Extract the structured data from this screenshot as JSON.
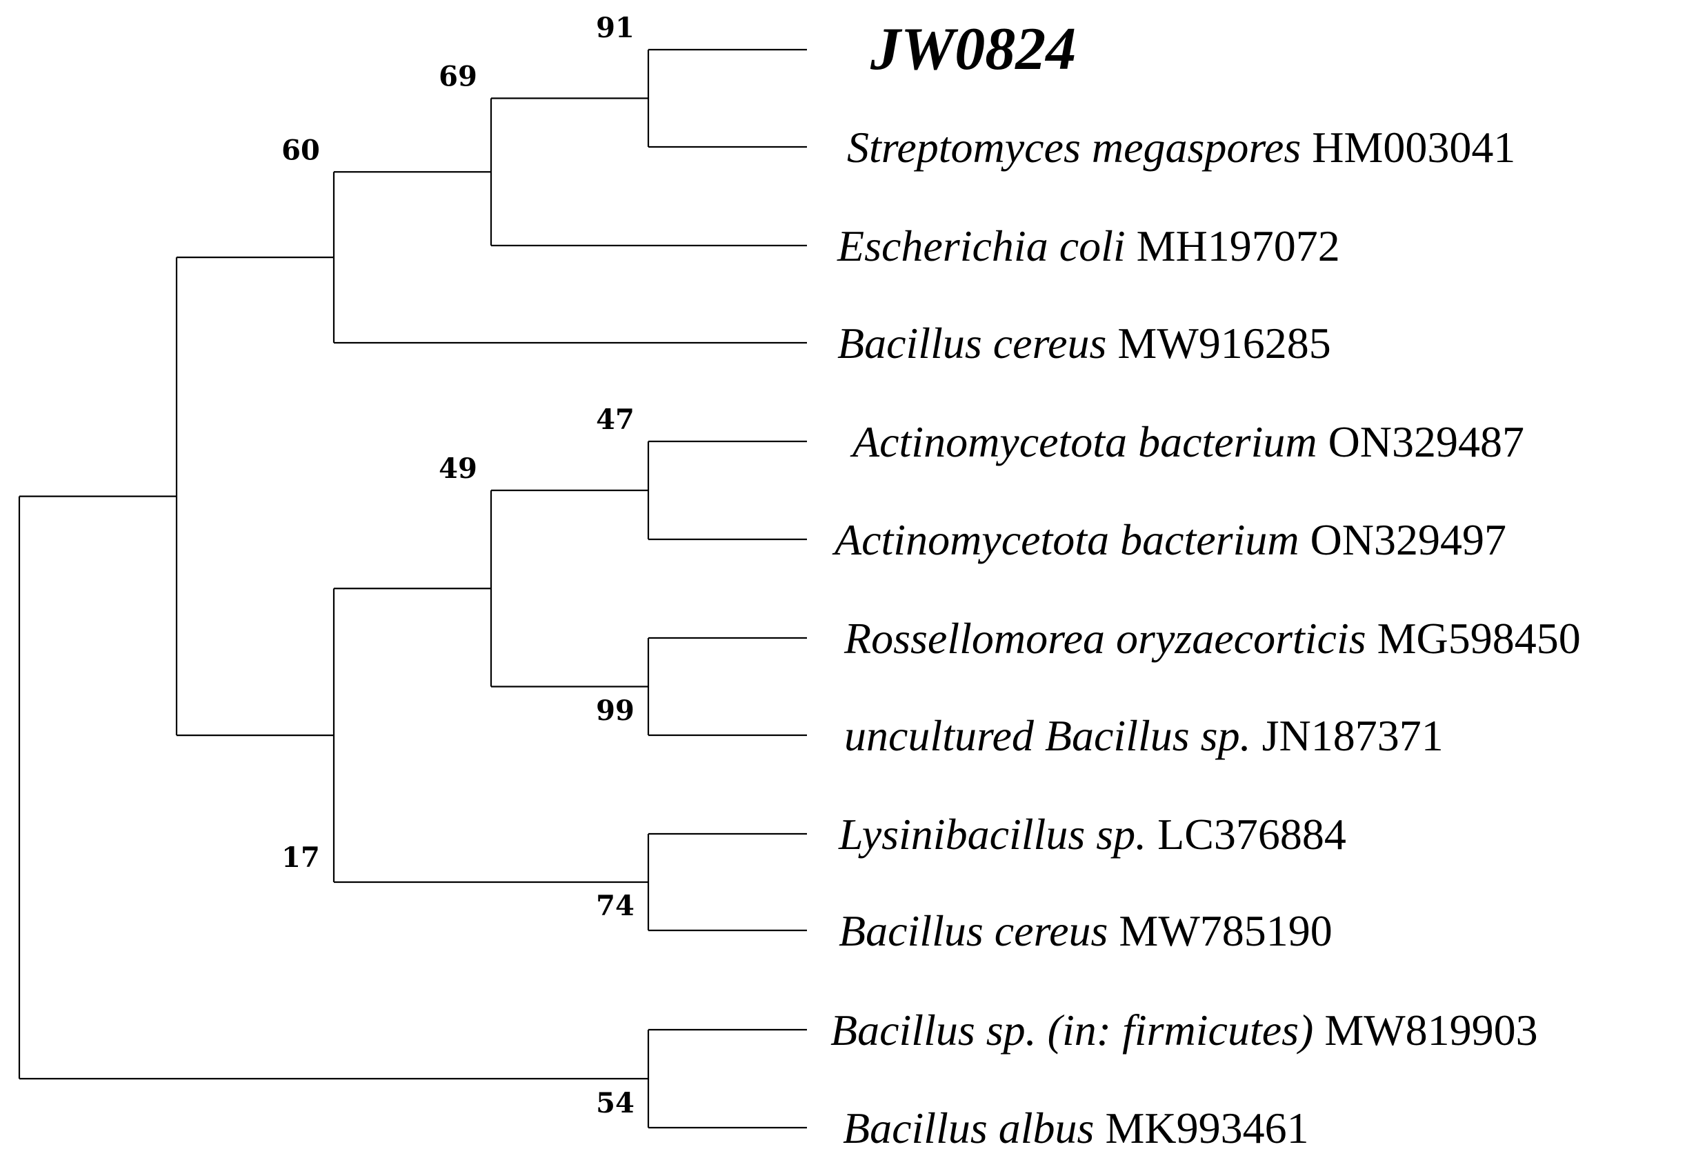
{
  "leaves": [
    {
      "id": "L0",
      "species": "JW0824",
      "accession": "",
      "query": true
    },
    {
      "id": "L1",
      "species": "Streptomyces megaspores",
      "accession": "HM003041"
    },
    {
      "id": "L2",
      "species": "Escherichia coli",
      "accession": "MH197072"
    },
    {
      "id": "L3",
      "species": "Bacillus cereus",
      "accession": "MW916285"
    },
    {
      "id": "L4",
      "species": "Actinomycetota bacterium",
      "accession": "ON329487"
    },
    {
      "id": "L5",
      "species": "Actinomycetota bacterium",
      "accession": "ON329497"
    },
    {
      "id": "L6",
      "species": "Rossellomorea oryzaecorticis",
      "accession": "MG598450"
    },
    {
      "id": "L7",
      "species": "uncultured Bacillus sp.",
      "accession": "JN187371"
    },
    {
      "id": "L8",
      "species": "Lysinibacillus sp.",
      "accession": "LC376884"
    },
    {
      "id": "L9",
      "species": "Bacillus cereus",
      "accession": "MW785190"
    },
    {
      "id": "L10",
      "species": "Bacillus sp. (in: firmicutes)",
      "accession": "MW819903"
    },
    {
      "id": "L11",
      "species": "Bacillus albus",
      "accession": "MK993461"
    }
  ],
  "clades": [
    {
      "id": "c91",
      "children": [
        "L0",
        "L1"
      ],
      "bootstrap": "91"
    },
    {
      "id": "c69",
      "children": [
        "c91",
        "L2"
      ],
      "bootstrap": "69"
    },
    {
      "id": "c60",
      "children": [
        "c69",
        "L3"
      ],
      "bootstrap": "60"
    },
    {
      "id": "c47",
      "children": [
        "L4",
        "L5"
      ],
      "bootstrap": "47"
    },
    {
      "id": "c99",
      "children": [
        "L6",
        "L7"
      ],
      "bootstrap": "99"
    },
    {
      "id": "c49",
      "children": [
        "c47",
        "c99"
      ],
      "bootstrap": "49"
    },
    {
      "id": "c74",
      "children": [
        "L8",
        "L9"
      ],
      "bootstrap": "74"
    },
    {
      "id": "c17",
      "children": [
        "c49",
        "c74"
      ],
      "bootstrap": "17"
    },
    {
      "id": "cA",
      "children": [
        "c60",
        "c17"
      ],
      "bootstrap": ""
    },
    {
      "id": "c54",
      "children": [
        "L10",
        "L11"
      ],
      "bootstrap": "54"
    },
    {
      "id": "root",
      "children": [
        "cA",
        "c54"
      ],
      "bootstrap": ""
    }
  ]
}
